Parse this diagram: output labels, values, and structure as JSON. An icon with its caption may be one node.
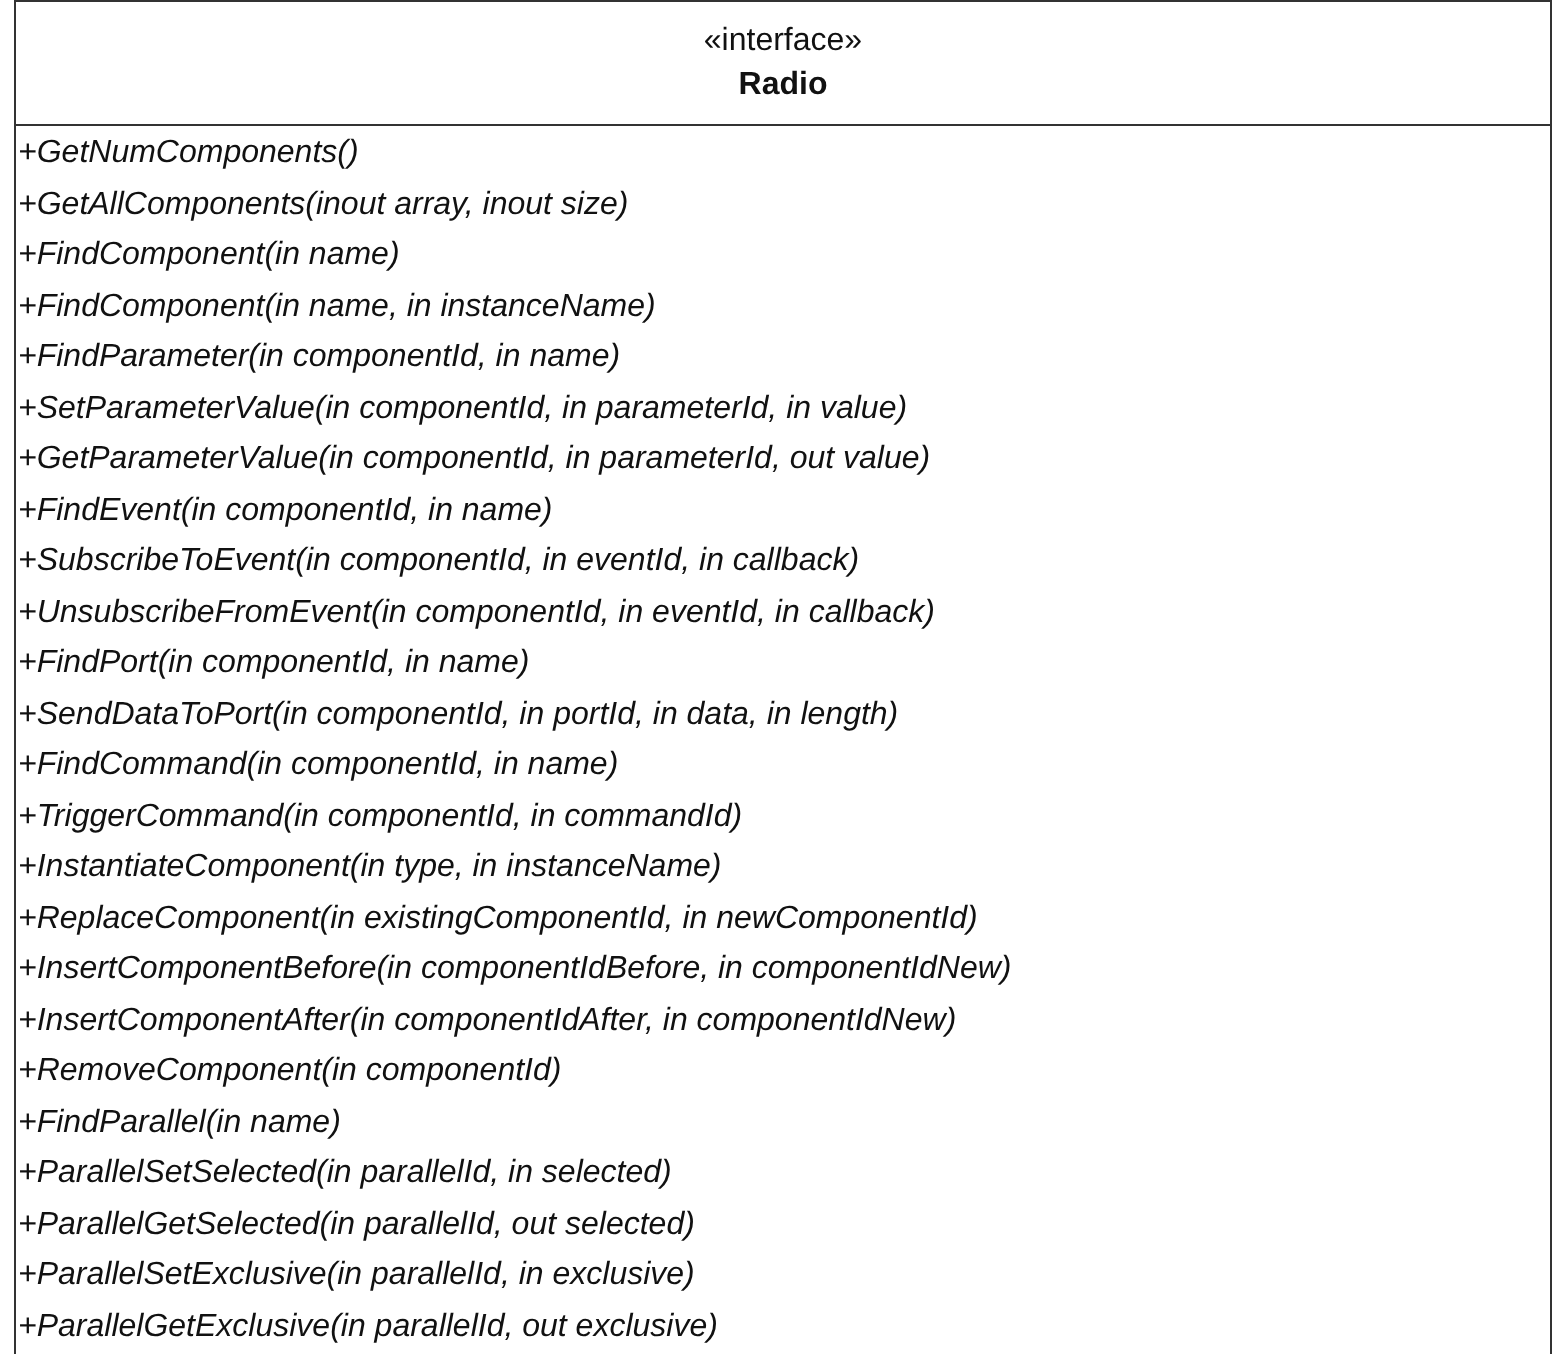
{
  "diagram": {
    "nodes": [
      {
        "text": [
          "«interface»",
          "Radio",
          "+GetNumComponents()",
          "+GetAllComponents(inout array, inout size)",
          "+FindComponent(in name)",
          "+FindComponent(in name, in instanceName)",
          "+FindParameter(in componentId, in name)",
          "+SetParameterValue(in componentId, in parameterId, in value)",
          "+GetParameterValue(in componentId, in parameterId, out value)",
          "+FindEvent(in componentId, in name)",
          "+SubscribeToEvent(in componentId, in eventId, in callback)",
          "+UnsubscribeFromEvent(in componentId, in eventId, in callback)",
          "+FindPort(in componentId, in name)",
          "+SendDataToPort(in componentId, in portId, in data, in length)",
          "+FindCommand(in componentId, in name)",
          "+TriggerCommand(in componentId, in commandId)",
          "+InstantiateComponent(in type, in instanceName)",
          "+ReplaceComponent(in existingComponentId, in newComponentId)",
          "+InsertComponentBefore(in componentIdBefore, in componentIdNew)",
          "+InsertComponentAfter(in componentIdAfter, in componentIdNew)",
          "+RemoveComponent(in componentId)",
          "+FindParallel(in name)",
          "+ParallelSetSelected(in parallelId, in selected)",
          "+ParallelGetSelected(in parallelId, out selected)",
          "+ParallelSetExclusive(in parallelId, in exclusive)",
          "+ParallelGetExclusive(in parallelId, out exclusive)"
        ]
      }
    ]
  }
}
